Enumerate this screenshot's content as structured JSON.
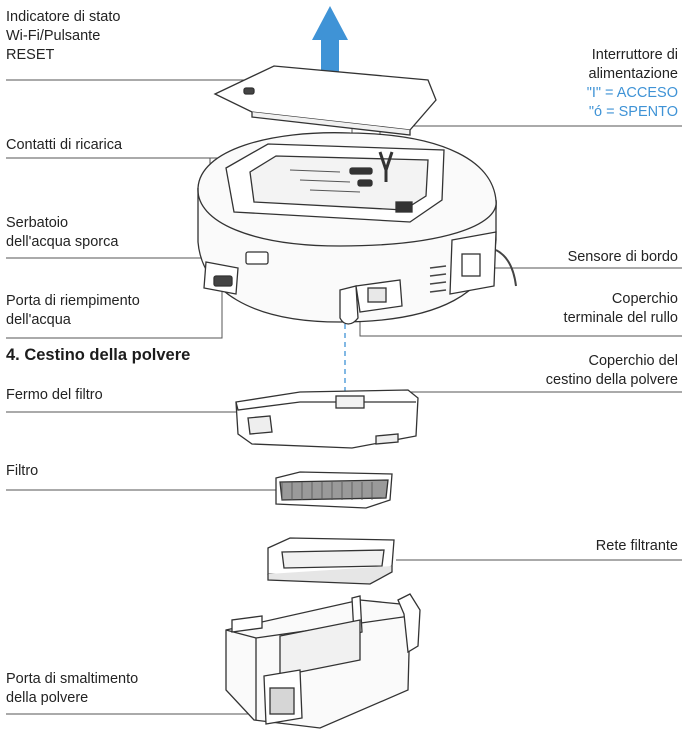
{
  "labels": {
    "status_indicator": [
      "Indicatore di stato",
      "Wi-Fi/Pulsante",
      "RESET"
    ],
    "power_switch": [
      "Interruttore di",
      "alimentazione"
    ],
    "power_on": "\"I\" = ACCESO",
    "power_off": "\"ó = SPENTO",
    "charging_contacts": "Contatti di ricarica",
    "dirty_water_tank": [
      "Serbatoio",
      "dell'acqua sporca"
    ],
    "edge_sensor": "Sensore di bordo",
    "water_fill_port": [
      "Porta di riempimento",
      "dell'acqua"
    ],
    "roller_end_cover": [
      "Coperchio",
      "terminale del rullo"
    ],
    "dust_bin_cover": [
      "Coperchio del",
      "cestino della polvere"
    ],
    "filter_latch": "Fermo del filtro",
    "filter": "Filtro",
    "filter_mesh": "Rete filtrante",
    "dust_disposal_port": [
      "Porta di smaltimento",
      "della polvere"
    ]
  },
  "section_title": "4. Cestino della polvere",
  "colors": {
    "accent_blue": "#3f93d6",
    "leader_line": "#555555",
    "drawing_stroke": "#333333"
  }
}
